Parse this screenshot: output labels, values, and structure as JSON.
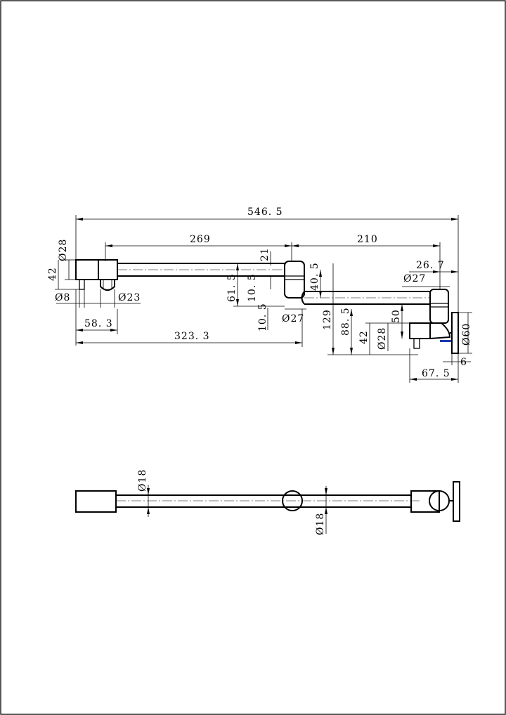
{
  "drawing": {
    "top_view": {
      "overall_width": "546. 5",
      "arm_length_1": "269",
      "arm_length_2": "210",
      "offset_21": "21",
      "dia_28_left": "28",
      "height_42_left": "42",
      "dia_8": "8",
      "dia_23": "23",
      "dim_61_5": "61. 5",
      "dim_10_5_a": "10. 5",
      "dim_10_5_b": "10. 5",
      "dim_40_5": "40. 5",
      "dia_27_mid": "27",
      "dim_129": "129",
      "dim_88_5": "88. 5",
      "dim_50": "50",
      "dia_27_right": "27",
      "dim_26_7": "26. 7",
      "height_42_right": "42",
      "dia_28_right": "28",
      "dia_60": "60",
      "dim_6": "6",
      "dim_67_5": "67. 5",
      "dim_58_3": "58. 3",
      "dim_323_3": "323. 3",
      "diameter_symbol": "Ø"
    },
    "side_view": {
      "dia_18_left": "18",
      "dia_18_right": "18",
      "diameter_symbol": "Ø"
    }
  }
}
